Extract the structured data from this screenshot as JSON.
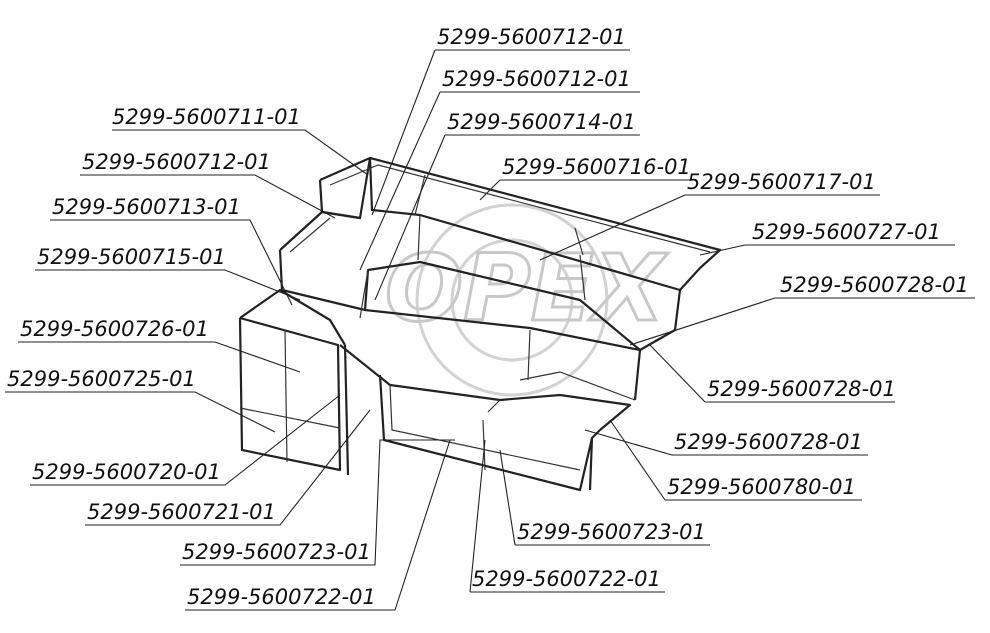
{
  "watermark": "OPEX",
  "labels": [
    "5299-5600712-01",
    "5299-5600712-01",
    "5299-5600714-01",
    "5299-5600711-01",
    "5299-5600716-01",
    "5299-5600717-01",
    "5299-5600712-01",
    "5299-5600713-01",
    "5299-5600727-01",
    "5299-5600715-01",
    "5299-5600728-01",
    "5299-5600726-01",
    "5299-5600725-01",
    "5299-5600728-01",
    "5299-5600728-01",
    "5299-5600720-01",
    "5299-5600780-01",
    "5299-5600721-01",
    "5299-5600723-01",
    "5299-5600723-01",
    "5299-5600722-01",
    "5299-5600722-01"
  ]
}
